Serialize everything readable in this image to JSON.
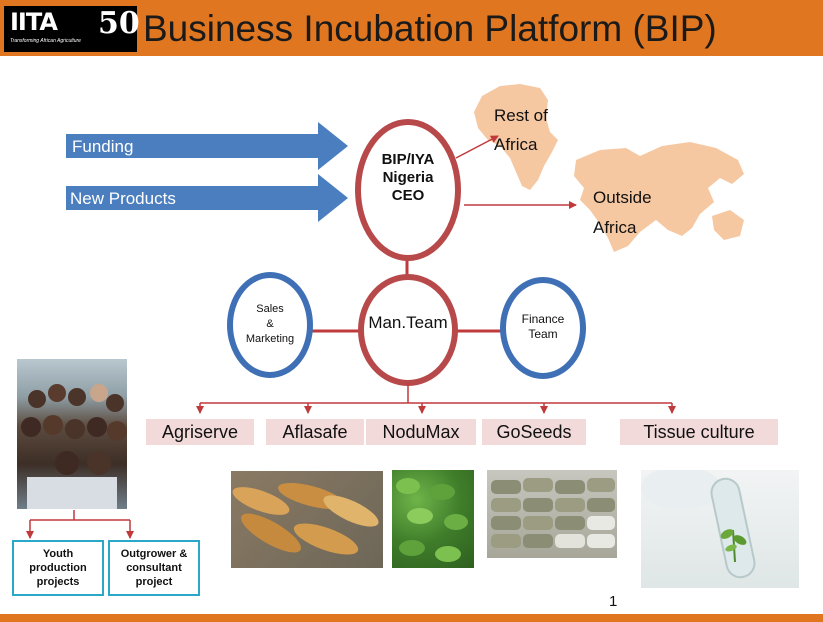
{
  "slide": {
    "title": "Business Incubation Platform (BIP)",
    "page_number": "1"
  },
  "logo": {
    "name": "IITA",
    "number": "50",
    "tagline": "Transforming African Agriculture"
  },
  "inputs": {
    "funding": "Funding",
    "new_products": "New Products"
  },
  "ceo_circle": {
    "line1": "BIP/IYA",
    "line2": "Nigeria",
    "line3": "CEO"
  },
  "markets": {
    "rest_line1": "Rest of",
    "rest_line2": "Africa",
    "outside_line1": "Outside",
    "outside_line2": "Africa"
  },
  "team": {
    "sales_line1": "Sales",
    "sales_line2": "&",
    "sales_line3": "Marketing",
    "man_team": "Man.Team",
    "finance_line1": "Finance",
    "finance_line2": "Team"
  },
  "subsidiaries": [
    "Agriserve",
    "Aflasafe",
    "NoduMax",
    "GoSeeds",
    "Tissue culture"
  ],
  "youth_boxes": {
    "youth_line1": "Youth",
    "youth_line2": "production",
    "youth_line3": "projects",
    "outgrower_line1": "Outgrower &",
    "outgrower_line2": "consultant",
    "outgrower_line3": "project"
  },
  "colors": {
    "header": "#e0761f",
    "arrow_blue": "#4a7ebf",
    "ceo_circle_stroke": "#b8494a",
    "team_circle_stroke": "#3f70b6",
    "connector_red": "#c0393b",
    "subsidiary_fill": "#f2d9da",
    "cyan_box": "#29a8c8"
  }
}
